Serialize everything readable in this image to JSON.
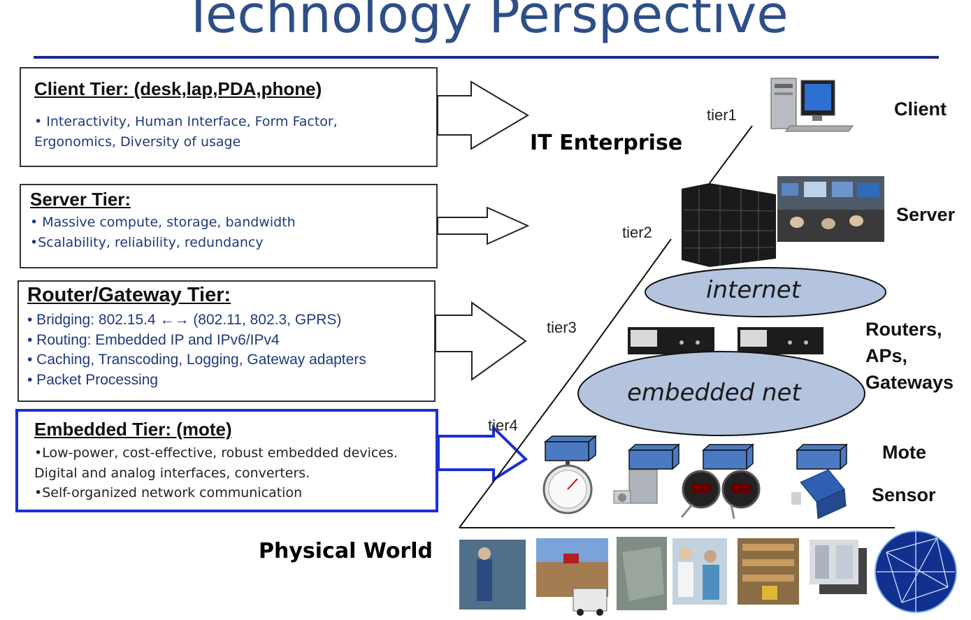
{
  "title": "Technology Perspective",
  "tiers": [
    {
      "heading": "Client Tier: (desk,lap,PDA,phone)",
      "lines": [
        "• Interactivity, Human Interface, Form Factor,",
        "Ergonomics, Diversity of usage"
      ]
    },
    {
      "heading": "Server Tier:",
      "lines": [
        "• Massive compute, storage, bandwidth",
        "•Scalability, reliability, redundancy"
      ]
    },
    {
      "heading": "Router/Gateway Tier:",
      "lines": [
        "• Bridging:  802.15.4 ←→ (802.11, 802.3, GPRS)",
        "• Routing: Embedded IP and IPv6/IPv4",
        "• Caching, Transcoding, Logging, Gateway adapters",
        "• Packet Processing"
      ]
    },
    {
      "heading": "Embedded Tier: (mote)",
      "lines": [
        "•Low-power, cost-effective, robust embedded devices.",
        "Digital and analog interfaces, converters.",
        "•Self-organized network communication"
      ]
    }
  ],
  "diagram": {
    "it_enterprise": "IT Enterprise",
    "tier_labels": [
      "tier1",
      "tier2",
      "tier3",
      "tier4"
    ],
    "right_labels": {
      "client": "Client",
      "server": "Server",
      "routers": [
        "Routers,",
        "APs,",
        "Gateways"
      ],
      "mote": "Mote",
      "sensor": "Sensor"
    },
    "clouds": {
      "internet": "internet",
      "embedded": "embedded net"
    },
    "physical_world": "Physical World"
  },
  "colors": {
    "title": "#2e4f86",
    "title_rule": "#1d2a8c",
    "bullet_text": "#1f3a7a",
    "highlight_border": "#1b2fd4",
    "cloud_fill": "#b4c4de",
    "mote_fill": "#4a7ac2"
  }
}
